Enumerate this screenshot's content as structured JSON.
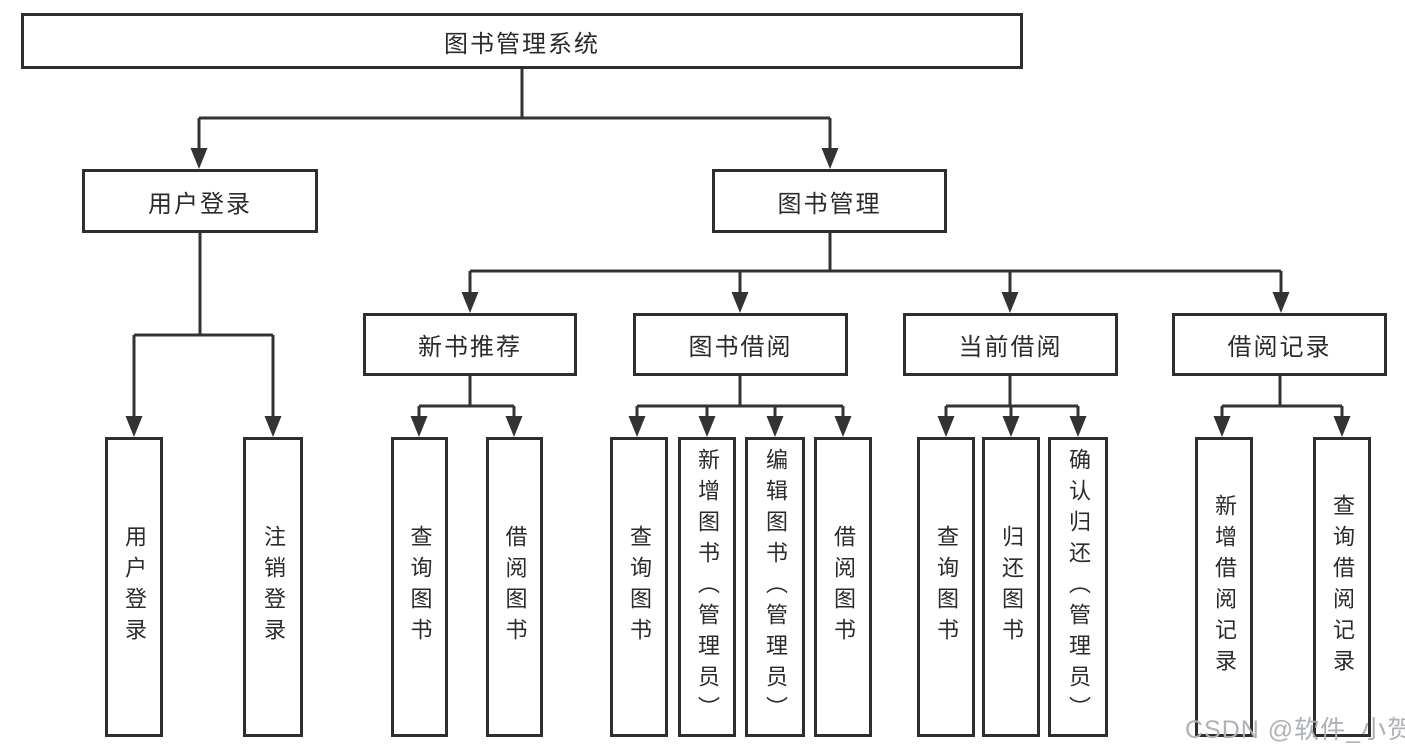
{
  "colors": {
    "ink": "#333333",
    "box_border": "#2e2e2e",
    "text": "#2b2b2b",
    "watermark": "#aeb1b6",
    "background": "#ffffff"
  },
  "diagram": {
    "title_node": "图书管理系统",
    "level1": {
      "user_login": "用户登录",
      "book_mgmt": "图书管理"
    },
    "level2": {
      "new_book_rec": "新书推荐",
      "book_borrow": "图书借阅",
      "current_borrow": "当前借阅",
      "borrow_records": "借阅记录"
    },
    "leaves": {
      "user_login_children": {
        "login": "用户登录",
        "logout": "注销登录"
      },
      "new_book_rec_children": {
        "query_books": "查询图书",
        "borrow_books": "借阅图书"
      },
      "book_borrow_children": {
        "query_books": "查询图书",
        "add_books_admin": "新增图书（管理员）",
        "edit_books_admin": "编辑图书（管理员）",
        "borrow_books": "借阅图书"
      },
      "current_borrow_children": {
        "query_books": "查询图书",
        "return_books": "归还图书",
        "confirm_return_admin": "确认归还（管理员）"
      },
      "borrow_records_children": {
        "add_record": "新增借阅记录",
        "query_record": "查询借阅记录"
      }
    }
  },
  "watermark": "CSDN @软件_小贺同学"
}
